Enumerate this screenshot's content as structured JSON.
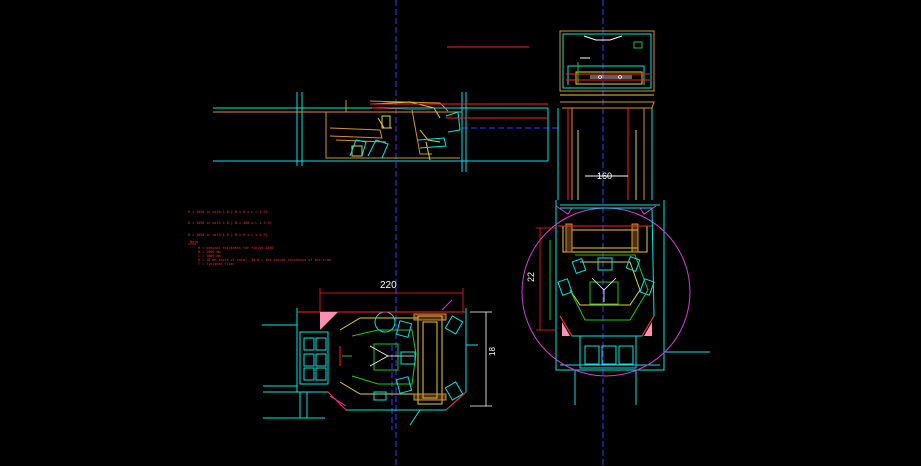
{
  "drawing": {
    "background": "#000000",
    "layer_colors": {
      "cyan": "#00e5e5",
      "yellow": "#e6d02e",
      "orange": "#d8912d",
      "red": "#ff2020",
      "blue": "#3a3aff",
      "green": "#19c819",
      "magenta": "#d23cd2",
      "white": "#ffffff",
      "pink": "#ff8fb0"
    }
  },
  "dimensions": {
    "front_width": "220",
    "front_depth": "18",
    "side_width": "160",
    "side_depth": "22"
  },
  "notes": {
    "line1": "H = 1050 in with 1.8 [ B x H x L = 1.9]",
    "line2": "H = 1050 in with 1.8 [ B x 400 x L x 1.9]",
    "line3": "H = 1050 in with 1.8 [ B x H x L x 1.9]",
    "line4": "Note",
    "line5": "H = nominal thickness for finish 1800",
    "line6": "B = 1800 mm",
    "line7": "L = 1800 mm",
    "line8": "H = 18 mm thick of total, 30-8 = the actual thickness of the slab",
    "line9": "T = finished floor"
  }
}
